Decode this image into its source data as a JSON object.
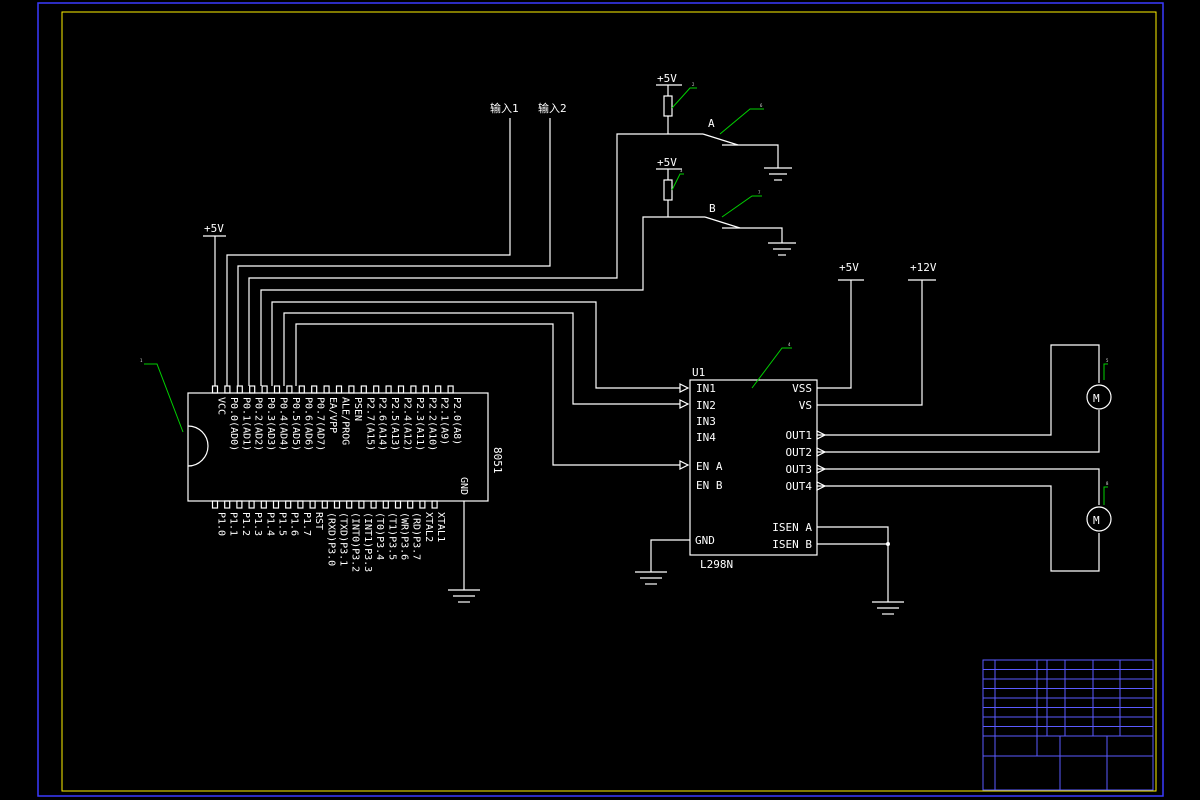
{
  "colors": {
    "background": "#000000",
    "outer_frame": "#3a3aff",
    "inner_frame": "#fff200",
    "wire": "#ffffff",
    "leader": "#00d000"
  },
  "mcu": {
    "name": "8051",
    "top_pins": [
      "VCC",
      "P0.0(AD0)",
      "P0.1(AD1)",
      "P0.2(AD2)",
      "P0.3(AD3)",
      "P0.4(AD4)",
      "P0.5(AD5)",
      "P0.6(AD6)",
      "P0.7(AD7)",
      "EA/VPP",
      "ALE/PROG",
      "PSEN",
      "P2.7(A15)",
      "P2.6(A14)",
      "P2.5(A13)",
      "P2.4(A12)",
      "P2.3(A11)",
      "P2.2(A10)",
      "P2.1(A9)",
      "P2.0(A8)"
    ],
    "bottom_pins": [
      "P1.0",
      "P1.1",
      "P1.2",
      "P1.3",
      "P1.4",
      "P1.5",
      "P1.6",
      "P1.7",
      "RST",
      "(RXD)P3.0",
      "(TXD)P3.1",
      "(INT0)P3.2",
      "(INT1)P3.3",
      "(T0)P3.4",
      "(T1)P3.5",
      "(WR)P3.6",
      "(RD)P3.7",
      "XTAL2",
      "XTAL1"
    ],
    "gnd_pin": "GND"
  },
  "driver": {
    "ref": "U1",
    "part": "L298N",
    "left_pins": [
      "IN1",
      "IN2",
      "IN3",
      "IN4",
      "EN A",
      "EN B"
    ],
    "gnd_pin": "GND",
    "right_pins": [
      "VSS",
      "VS",
      "OUT1",
      "OUT2",
      "OUT3",
      "OUT4",
      "ISEN A",
      "ISEN B"
    ]
  },
  "supplies": {
    "mcu_vcc": "+5V",
    "pullup_a": "+5V",
    "pullup_b": "+5V",
    "driver_vss": "+5V",
    "driver_vs": "+12V"
  },
  "inputs": [
    "输入1",
    "输入2"
  ],
  "switches": [
    "A",
    "B"
  ],
  "motors": [
    "M",
    "M"
  ],
  "callouts": [
    "1",
    "2",
    "3",
    "4",
    "5",
    "6",
    "7",
    "8"
  ]
}
